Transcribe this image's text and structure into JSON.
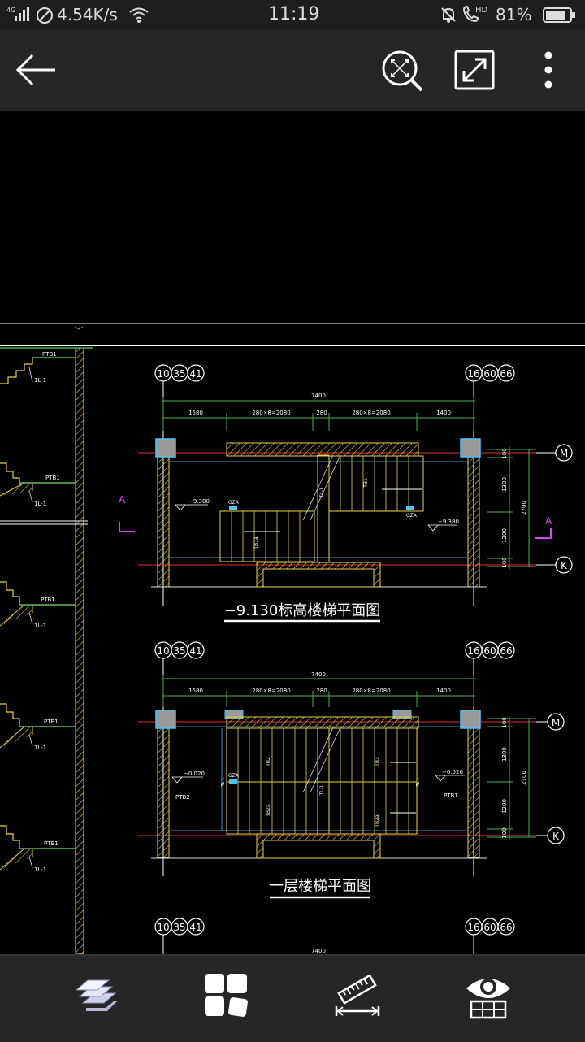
{
  "status_bar": {
    "network_type": "4G",
    "net_speed": "4.54K/s",
    "time": "11:19",
    "hd_label": "HD",
    "battery_percent": "81%",
    "icons": [
      "signal-icon",
      "data-saver-icon",
      "wifi-icon",
      "mute-bell-icon",
      "volte-call-icon",
      "battery-icon"
    ]
  },
  "toolbar": {
    "icons": [
      "back-arrow-icon",
      "zoom-extents-icon",
      "fullscreen-icon",
      "more-vert-icon"
    ]
  },
  "drawing": {
    "axis_left": [
      "10",
      "35",
      "41"
    ],
    "axis_right": [
      "16",
      "60",
      "66"
    ],
    "axis_m": "M",
    "axis_k": "K",
    "total_dim": "7400",
    "dims_top": [
      "1580",
      "280×8=2080",
      "280",
      "280×8=2080",
      "1400"
    ],
    "dims_right": [
      "100",
      "1300",
      "1200",
      "100"
    ],
    "dim_right_total": "2700",
    "section_mark": "A",
    "plan1_title": "−9.130标高楼梯平面图",
    "plan1_level_left": "−9.380",
    "plan1_level_right": "−9.380",
    "plan1_tb_upper": "TB1",
    "plan1_tb_lower": "TB1a",
    "plan2_title": "一层楼梯平面图",
    "plan2_level_left": "−0.020",
    "plan2_level_right": "−0.020",
    "plan2_tb": [
      "TB2",
      "TB3",
      "TB2a",
      "TB2a"
    ],
    "ptb_left": "PTB2",
    "ptb_right": "PTB1",
    "gz": "GZA",
    "tl": "TL-1",
    "section_ptb": "PTB1",
    "section_tl": "1L-1",
    "plan3_dim": "7400"
  },
  "bottom_bar": {
    "icons": [
      "layers-icon",
      "blocks-icon",
      "measure-ruler-icon",
      "view-eye-icon"
    ]
  }
}
